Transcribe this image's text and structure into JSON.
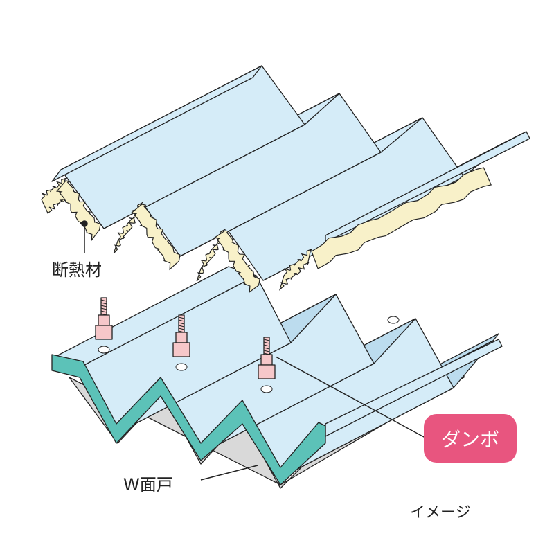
{
  "labels": {
    "insulation": "断熱材",
    "w_mendo": "W面戸",
    "danbo": "ダンボ",
    "image_note": "イメージ"
  },
  "colors": {
    "sheet": "#d5ecf8",
    "sheet_dark": "#bcdcee",
    "insulation": "#f8f1c9",
    "teal": "#5cc2b8",
    "underside": "#d9d9d9",
    "bolt": "#f6c7c9",
    "badge": "#e8557f"
  }
}
